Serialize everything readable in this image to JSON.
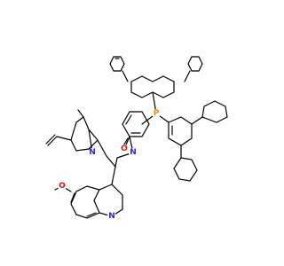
{
  "atom_colors": {
    "N": "#2a2ad0",
    "O": "#e01010",
    "P": "#e38a1c"
  },
  "atom_labels": {
    "N_amide": "N",
    "N_bridge": "N",
    "N_quin": "N",
    "O_carbonyl": "O",
    "O_methoxy": "O",
    "P": "P"
  }
}
